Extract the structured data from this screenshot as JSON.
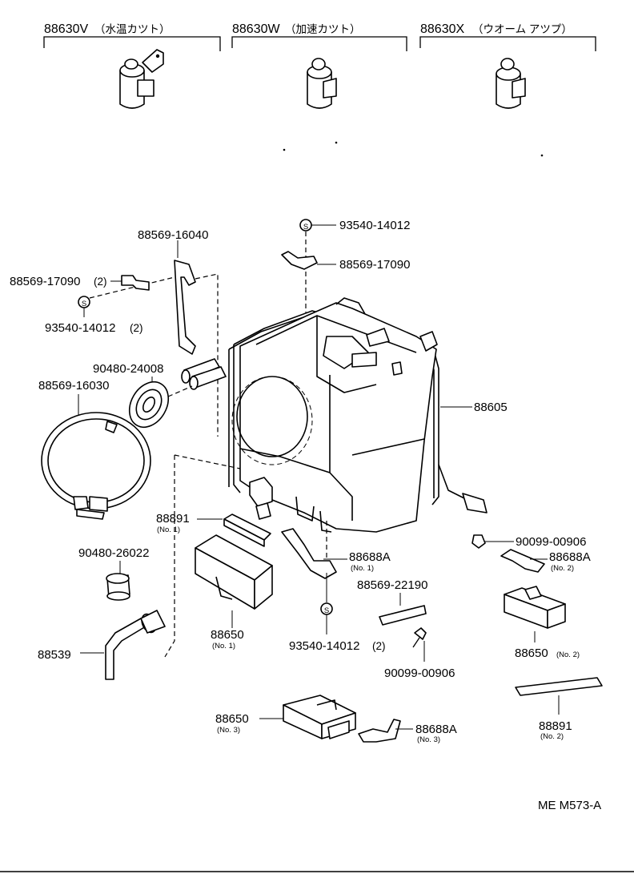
{
  "headers": [
    {
      "code": "88630V",
      "note": "（水温カツト）"
    },
    {
      "code": "88630W",
      "note": "（加速カツト）"
    },
    {
      "code": "88630X",
      "note": "（ウオーム アツプ）"
    }
  ],
  "labels": {
    "p93540_top": "93540-14012",
    "p88569_17090_top": "88569-17090",
    "p88569_16040": "88569-16040",
    "p88569_17090_left": "88569-17090",
    "p88569_17090_left_qty": "(2)",
    "p93540_left": "93540-14012",
    "p93540_left_qty": "(2)",
    "p90480_24008": "90480-24008",
    "p88569_16030": "88569-16030",
    "p88605": "88605",
    "p88891_1": "88891",
    "p88891_1_no": "(No. 1)",
    "p90480_26022": "90480-26022",
    "p88688A_1": "88688A",
    "p88688A_1_no": "(No. 1)",
    "p90099_top": "90099-00906",
    "p88688A_2": "88688A",
    "p88688A_2_no": "(No. 2)",
    "p88569_22190": "88569-22190",
    "p88650_1": "88650",
    "p88650_1_no": "(No. 1)",
    "p93540_bottom": "93540-14012",
    "p93540_bottom_qty": "(2)",
    "p88539": "88539",
    "p90099_bottom": "90099-00906",
    "p88650_2": "88650",
    "p88650_2_no": "(No. 2)",
    "p88650_3": "88650",
    "p88650_3_no": "(No. 3)",
    "p88688A_3": "88688A",
    "p88688A_3_no": "(No. 3)",
    "p88891_2": "88891",
    "p88891_2_no": "(No. 2)",
    "ref": "ME M573-A",
    "s_symbol": "S"
  }
}
